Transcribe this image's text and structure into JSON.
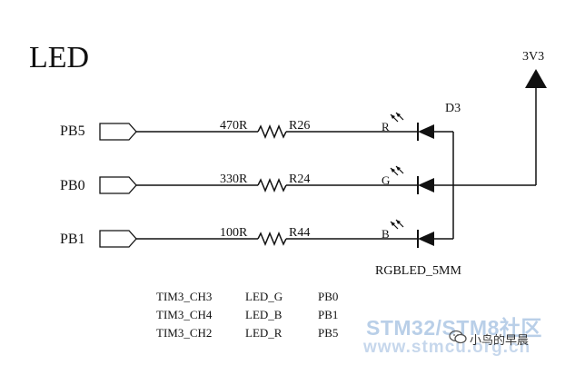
{
  "title": "LED",
  "power": {
    "label": "3V3"
  },
  "led": {
    "designator": "D3",
    "part": "RGBLED_5MM"
  },
  "channels": [
    {
      "port": "PB5",
      "value": "470R",
      "ref": "R26",
      "pin": "R"
    },
    {
      "port": "PB0",
      "value": "330R",
      "ref": "R24",
      "pin": "G"
    },
    {
      "port": "PB1",
      "value": "100R",
      "ref": "R44",
      "pin": "B"
    }
  ],
  "mapping_table": [
    [
      "TIM3_CH3",
      "LED_G",
      "PB0"
    ],
    [
      "TIM3_CH4",
      "LED_B",
      "PB1"
    ],
    [
      "TIM3_CH2",
      "LED_R",
      "PB5"
    ]
  ],
  "watermark": {
    "main": "STM32/STM8社区",
    "url": "www.stmcu.org.cn",
    "wechat": "小鸟的早晨"
  }
}
